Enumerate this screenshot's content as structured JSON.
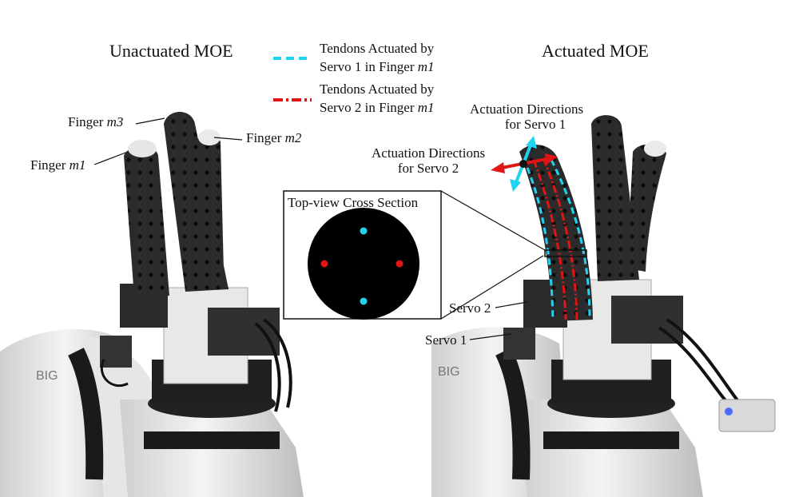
{
  "left_panel": {
    "title": "Unactuated MOE",
    "finger_m1": {
      "prefix": "Finger ",
      "name": "m1"
    },
    "finger_m2": {
      "prefix": "Finger ",
      "name": "m2"
    },
    "finger_m3": {
      "prefix": "Finger ",
      "name": "m3"
    },
    "base_brand": "BIG"
  },
  "legend": {
    "item1": {
      "line1": "Tendons Actuated by",
      "line2_prefix": "Servo 1 in Finger ",
      "line2_name": "m1",
      "color": "#22d3f0",
      "style": "dashed"
    },
    "item2": {
      "line1": "Tendons Actuated by",
      "line2_prefix": "Servo 2 in Finger ",
      "line2_name": "m1",
      "color": "#e01515",
      "style": "dash-dot"
    }
  },
  "inset": {
    "title": "Top-view Cross Section",
    "dot_colors": {
      "servo1": "#22d3f0",
      "servo2": "#e01515"
    }
  },
  "right_panel": {
    "title": "Actuated MOE",
    "actuation_servo1": {
      "line1": "Actuation Directions",
      "line2": "for Servo 1",
      "color": "#22d3f0"
    },
    "actuation_servo2": {
      "line1": "Actuation Directions",
      "line2": "for Servo 2",
      "color": "#e01515"
    },
    "servo2_label": "Servo 2",
    "servo1_label": "Servo 1",
    "base_brand": "BIG"
  }
}
